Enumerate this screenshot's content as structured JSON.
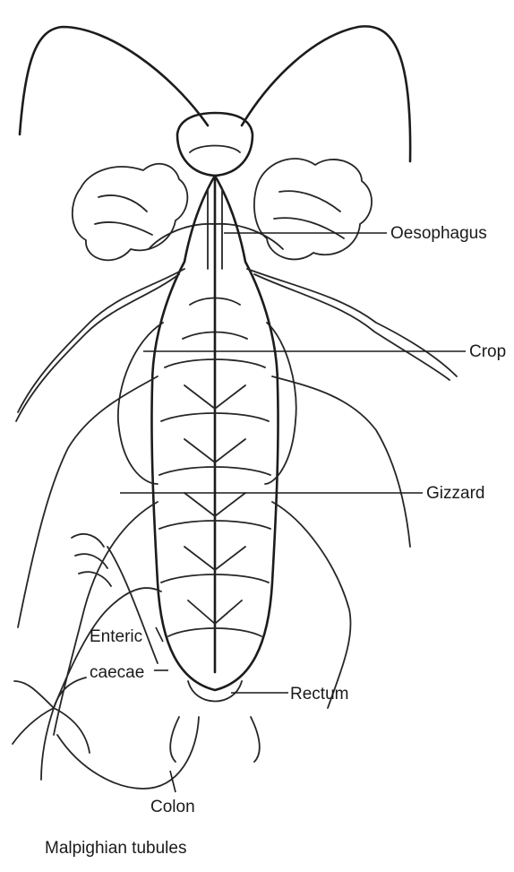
{
  "labels": {
    "oesophagus": "Oesophagus",
    "crop": "Crop",
    "gizzard": "Gizzard",
    "enteric_caeca_line1": "Enteric",
    "enteric_caeca_line2": "caecae",
    "rectum": "Rectum",
    "colon": "Colon",
    "malpighian": "Malpighian tubules"
  },
  "icons": [
    "cockroach-illustration"
  ]
}
